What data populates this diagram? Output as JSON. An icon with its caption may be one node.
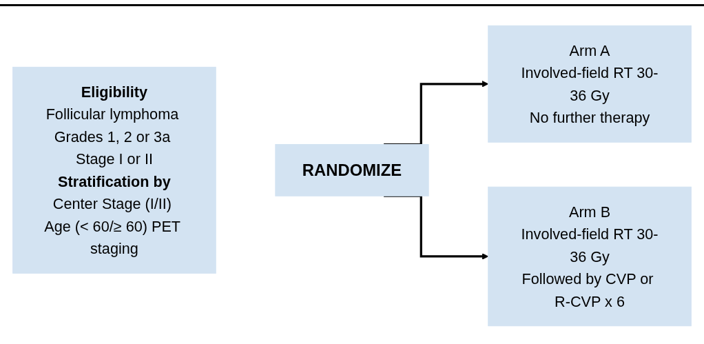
{
  "diagram": {
    "nodes": [
      {
        "text": [
          "Eligibility",
          "Follicular lymphoma Grades 1, 2 or 3a Stage I or II",
          "Stratification by",
          "Center Stage (I/II) Age (< 60/≥ 60) PET staging"
        ]
      },
      {
        "text": [
          "RANDOMIZE"
        ]
      },
      {
        "text": [
          "Arm A",
          "Involved-field RT 30-36 Gy",
          "No further therapy"
        ]
      },
      {
        "text": [
          "Arm B",
          "Involved-field RT 30-36 Gy",
          "Followed by CVP or R-CVP x 6"
        ]
      }
    ],
    "edges": [
      {
        "from": 1,
        "to": 2,
        "arrow": "to"
      },
      {
        "from": 1,
        "to": 3,
        "arrow": "to"
      }
    ]
  }
}
